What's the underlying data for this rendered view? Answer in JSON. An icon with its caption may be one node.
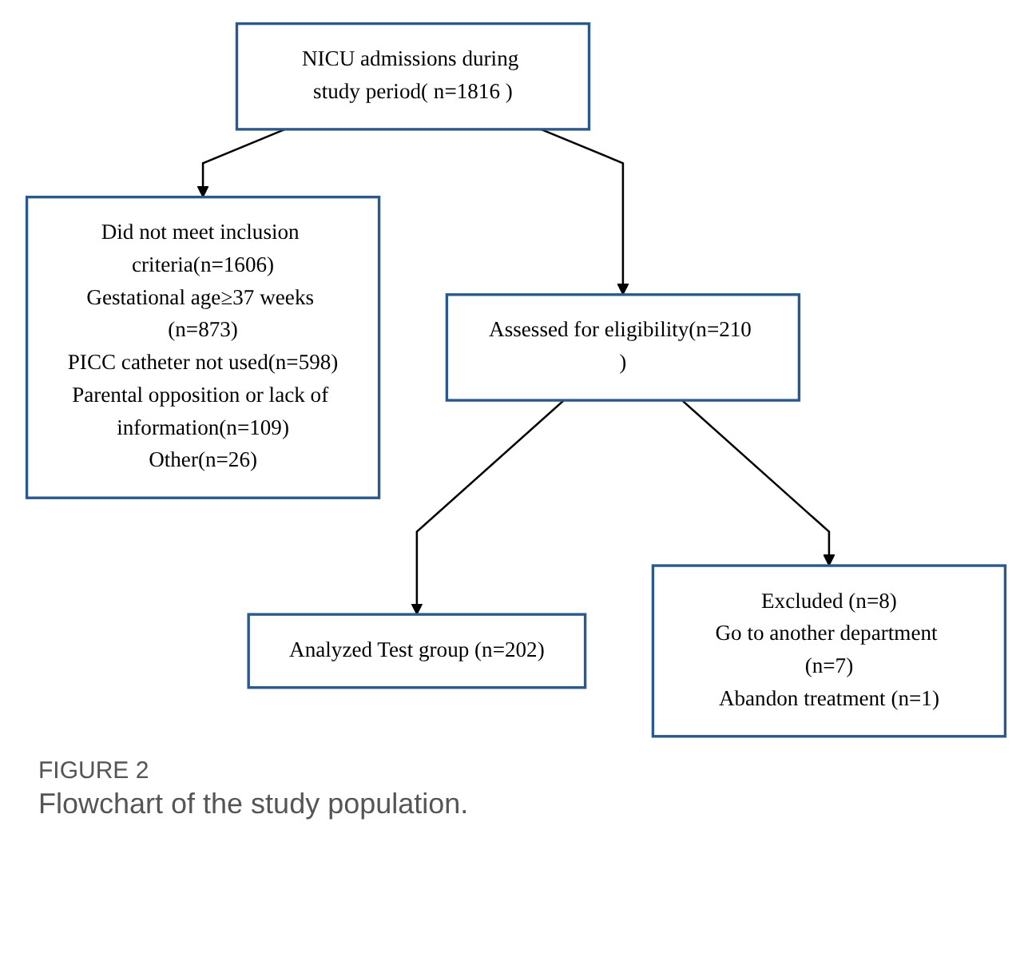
{
  "diagram": {
    "caption": "Flowchart of the study population.",
    "nodes": [
      {
        "text": [
          "NICU admissions during study period( n=1816 )"
        ]
      },
      {
        "text": [
          "Did not meet inclusion criteria(n=1606)",
          "Gestational age≥37 weeks (n=873)",
          "PICC catheter not used(n=598)",
          "Parental opposition or lack of information(n=109)",
          "Other(n=26)"
        ]
      },
      {
        "text": [
          "Assessed for eligibility(n=210 )"
        ]
      },
      {
        "text": [
          "Excluded (n=8)",
          "Go to another department (n=7)",
          "Abandon treatment (n=1)"
        ]
      },
      {
        "text": [
          "Analyzed Test group (n=202)"
        ]
      }
    ],
    "edges": [
      {
        "from": 0,
        "to": 2,
        "arrow": "to"
      },
      {
        "from": 0,
        "to": 1,
        "arrow": "to"
      },
      {
        "from": 2,
        "to": 4,
        "arrow": "to"
      },
      {
        "from": 2,
        "to": 3,
        "arrow": "to"
      }
    ],
    "labels": [
      "FIGURE 2"
    ]
  }
}
